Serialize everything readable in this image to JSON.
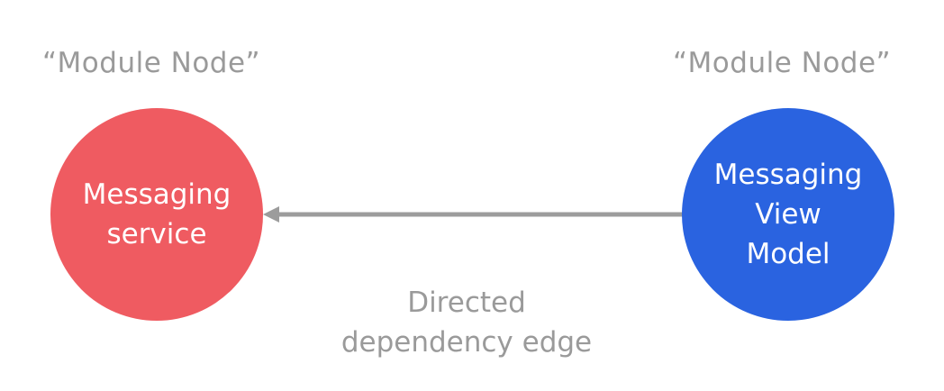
{
  "nodes": {
    "left": {
      "caption": "“Module Node”",
      "line1": "Messaging",
      "line2": "service",
      "color": "#EF5B61"
    },
    "right": {
      "caption": "“Module Node”",
      "line1": "Messaging",
      "line2": "View",
      "line3": "Model",
      "color": "#2A63E0"
    }
  },
  "edge": {
    "line1": "Directed",
    "line2": "dependency edge",
    "color": "#9C9C9C"
  }
}
